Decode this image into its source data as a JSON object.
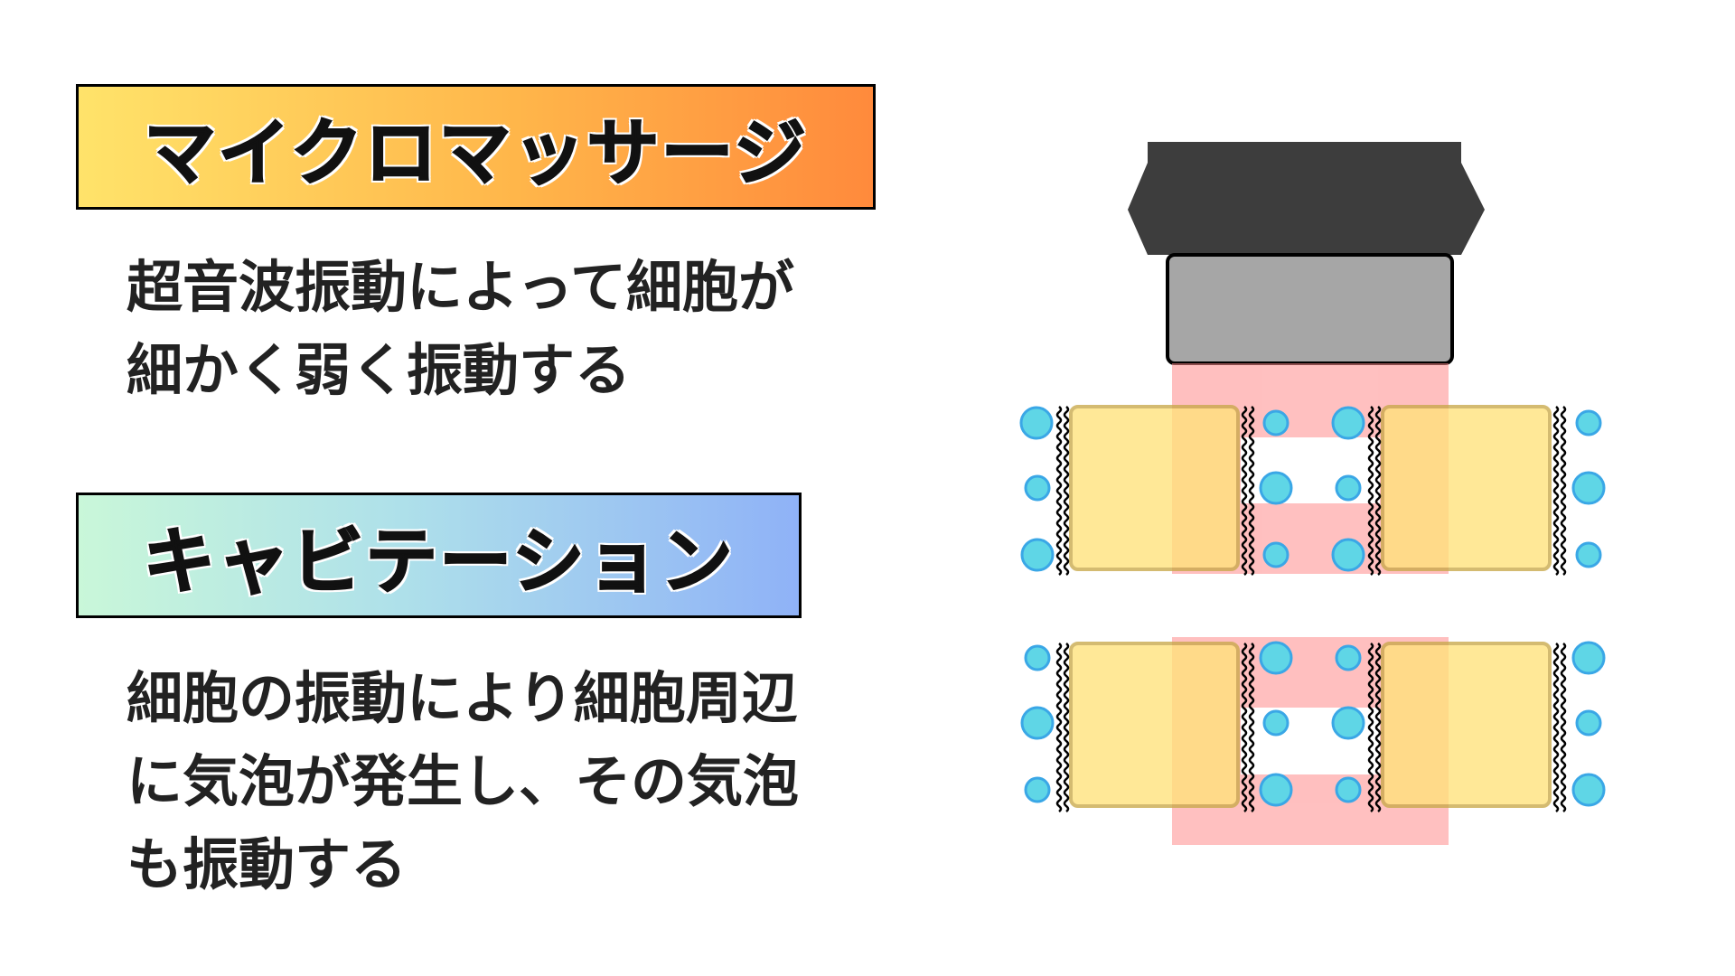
{
  "section1": {
    "title": "マイクロマッサージ",
    "description_lines": [
      "超音波振動によって細胞が",
      "細かく弱く振動する"
    ]
  },
  "section2": {
    "title": "キャビテーション",
    "description_lines": [
      "細胞の振動により細胞周辺",
      "に気泡が発生し、その気泡",
      "も振動する"
    ]
  },
  "colors": {
    "probe_head": "#3d3d3d",
    "probe_tip": "#a6a6a6",
    "ultrasound_beam": "#ff8c8c",
    "cell": "#ffe27a",
    "bubble": "#5fd6e6",
    "bubble_outline": "#3aa7e6"
  },
  "icons": [
    "ultrasound-probe-icon",
    "cell-icon",
    "bubble-icon",
    "vibration-wave-icon"
  ]
}
